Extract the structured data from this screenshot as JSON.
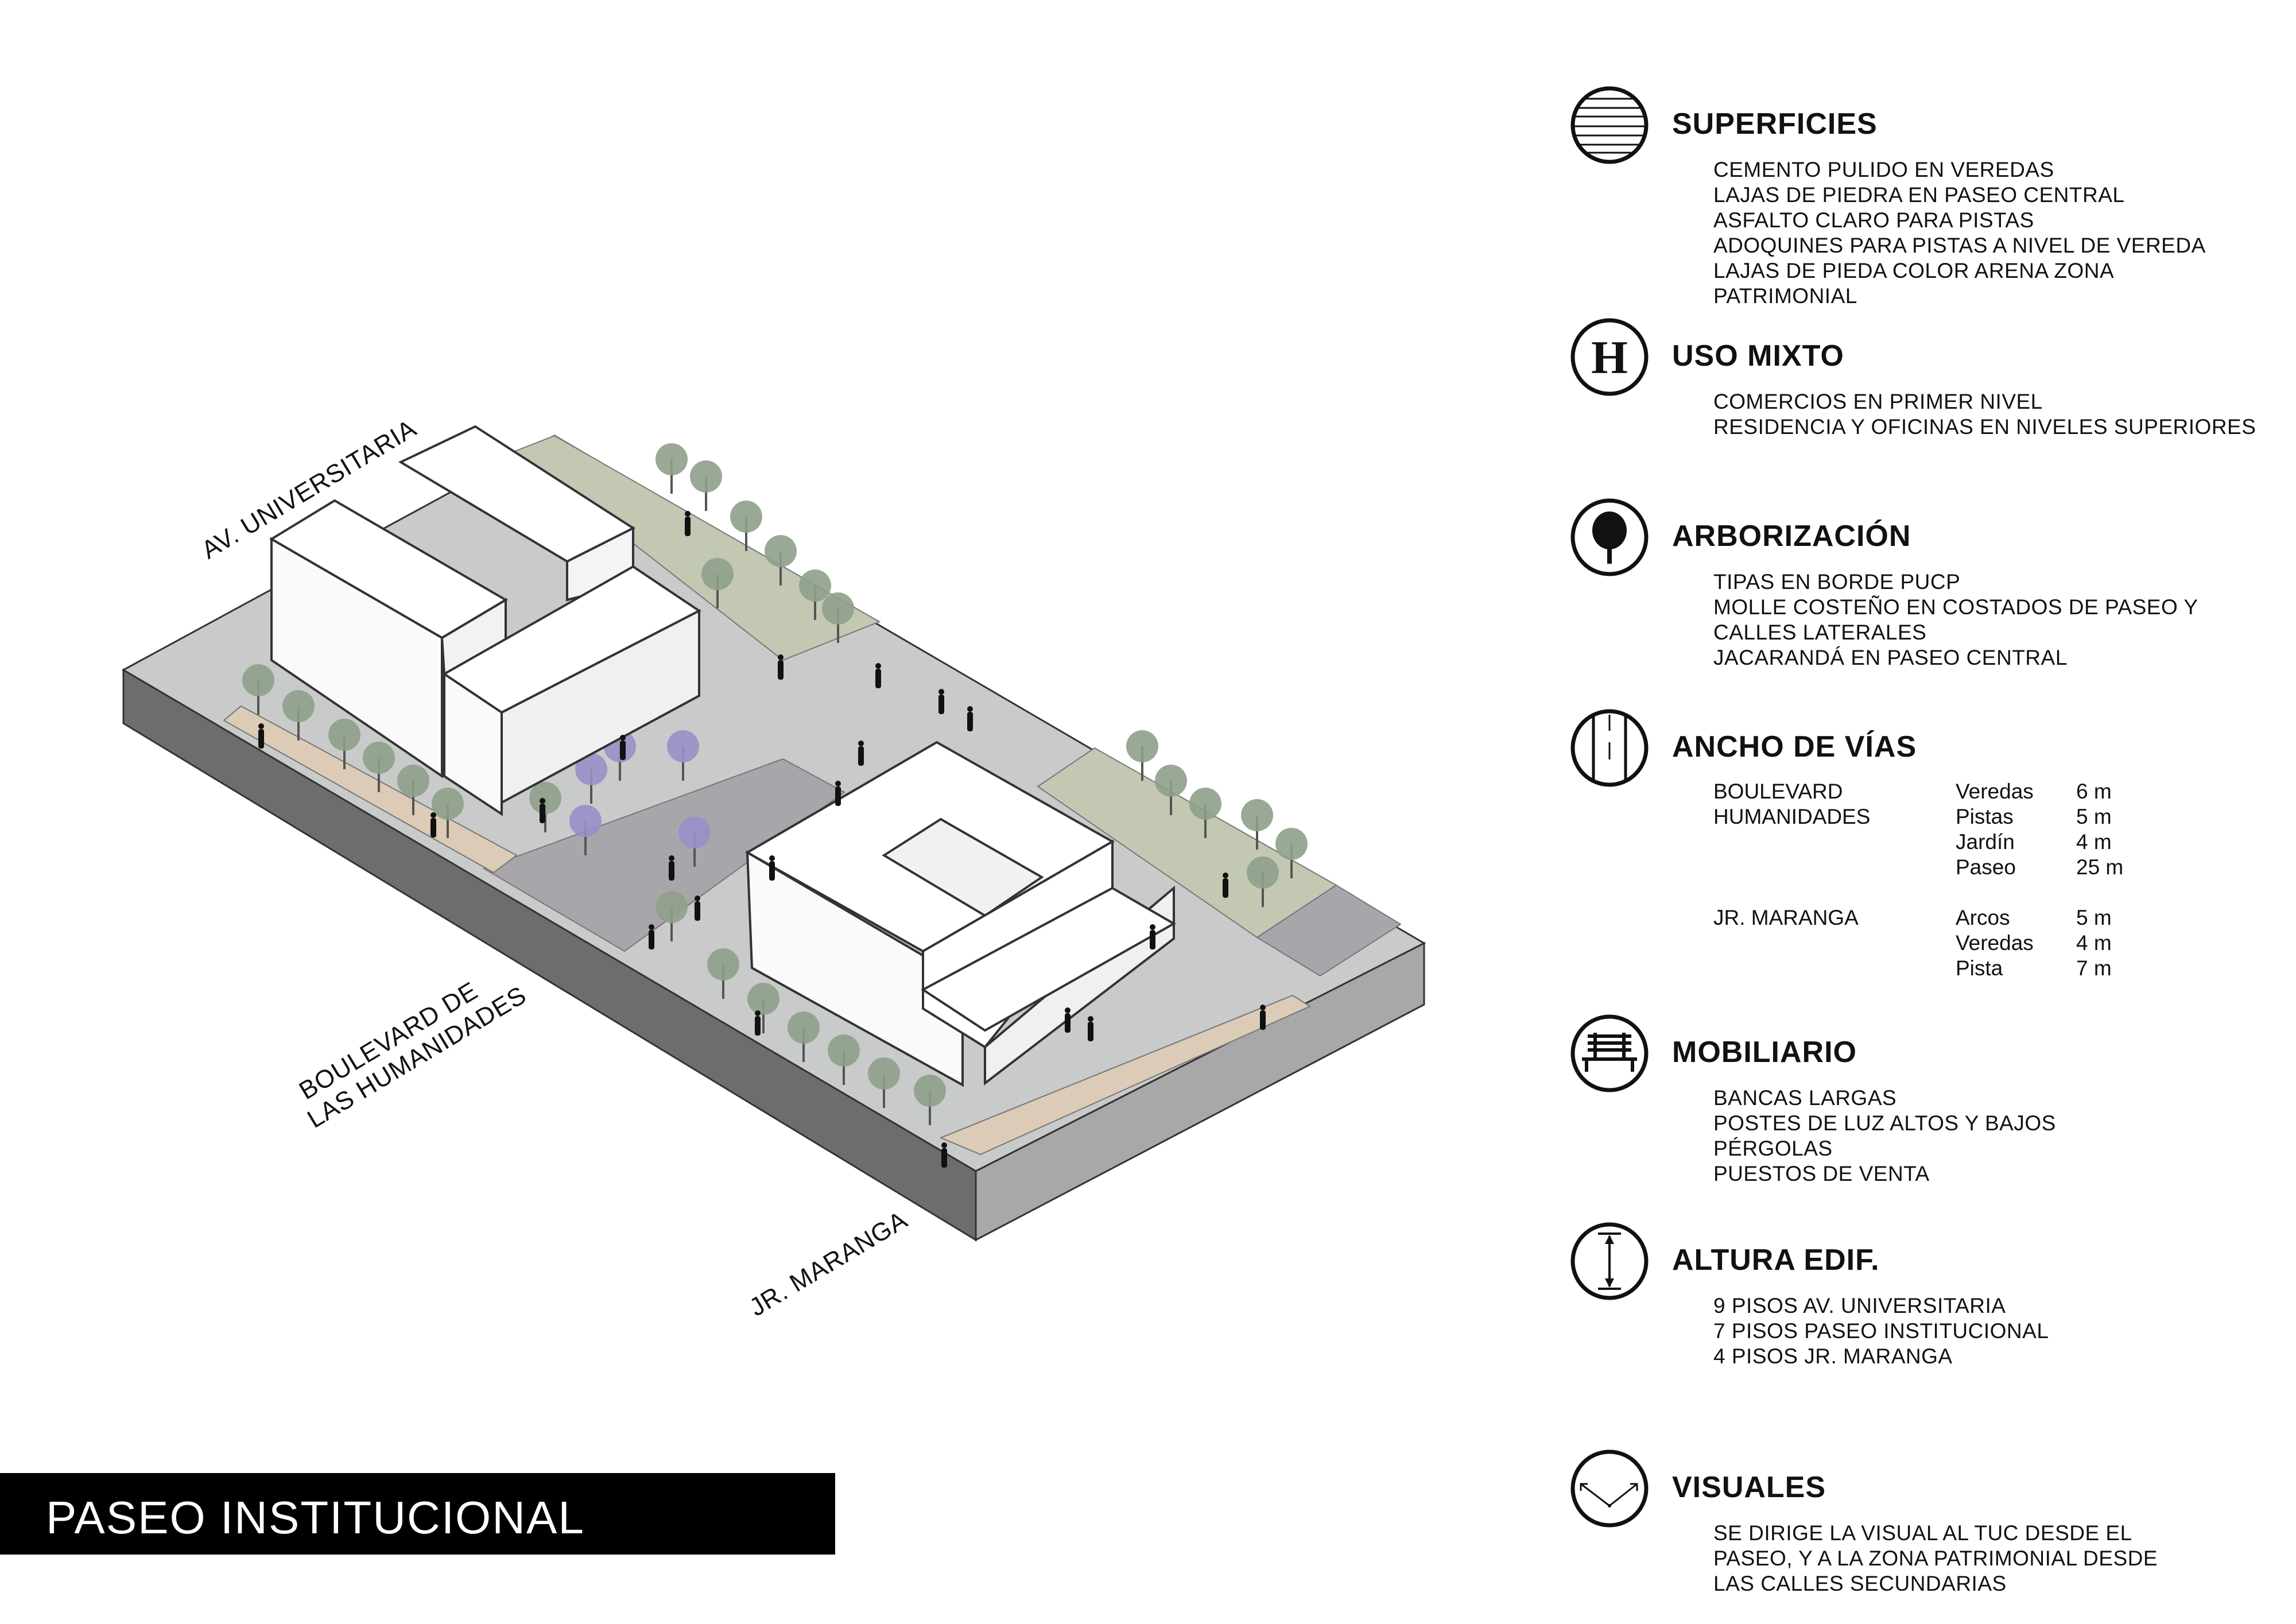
{
  "title": "PASEO INSTITUCIONAL",
  "street_labels": {
    "av_universitaria": "AV. UNIVERSITARIA",
    "boulevard_line1": "BOULEVARD DE",
    "boulevard_line2": "LAS HUMANIDADES",
    "jr_maranga": "JR. MARANGA"
  },
  "legend": {
    "superficies": {
      "icon": "paving-lines-icon",
      "heading": "SUPERFICIES",
      "lines": [
        "CEMENTO PULIDO EN VEREDAS",
        "LAJAS DE PIEDRA EN PASEO CENTRAL",
        "ASFALTO CLARO PARA PISTAS",
        "ADOQUINES PARA PISTAS A NIVEL DE VEREDA",
        "LAJAS DE PIEDA COLOR ARENA ZONA",
        "PATRIMONIAL"
      ]
    },
    "uso_mixto": {
      "icon": "building-h-icon",
      "heading": "USO MIXTO",
      "lines": [
        "COMERCIOS EN PRIMER NIVEL",
        "RESIDENCIA Y OFICINAS EN NIVELES SUPERIORES"
      ]
    },
    "arborizacion": {
      "icon": "tree-icon",
      "heading": "ARBORIZACIÓN",
      "lines": [
        "TIPAS EN BORDE PUCP",
        "MOLLE COSTEÑO EN COSTADOS DE PASEO Y",
        "CALLES LATERALES",
        "JACARANDÁ EN PASEO CENTRAL"
      ]
    },
    "ancho_vias": {
      "icon": "road-icon",
      "heading": "ANCHO DE VÍAS",
      "rows": [
        {
          "street": "BOULEVARD",
          "type": "Veredas",
          "width": "6 m"
        },
        {
          "street": "HUMANIDADES",
          "type": "Pistas",
          "width": "5 m"
        },
        {
          "street": "",
          "type": "Jardín",
          "width": "4 m"
        },
        {
          "street": "",
          "type": "Paseo",
          "width": "25 m"
        },
        {
          "street": "",
          "type": "",
          "width": ""
        },
        {
          "street": "JR. MARANGA",
          "type": "Arcos",
          "width": "5 m"
        },
        {
          "street": "",
          "type": "Veredas",
          "width": "4 m"
        },
        {
          "street": "",
          "type": "Pista",
          "width": "7 m"
        }
      ]
    },
    "mobiliario": {
      "icon": "bench-icon",
      "heading": "MOBILIARIO",
      "lines": [
        "BANCAS LARGAS",
        "POSTES DE LUZ ALTOS Y BAJOS",
        "PÉRGOLAS",
        "PUESTOS DE VENTA"
      ]
    },
    "altura": {
      "icon": "height-arrow-icon",
      "heading": "ALTURA EDIF.",
      "lines": [
        "9 PISOS AV. UNIVERSITARIA",
        "7 PISOS PASEO INSTITUCIONAL",
        "4 PISOS JR. MARANGA"
      ]
    },
    "visuales": {
      "icon": "view-arrows-icon",
      "heading": "VISUALES",
      "lines": [
        "SE DIRIGE LA VISUAL AL TUC DESDE EL",
        "PASEO, Y A LA ZONA PATRIMONIAL DESDE",
        "LAS CALLES SECUNDARIAS"
      ]
    }
  },
  "colors": {
    "ink": "#111111",
    "slab_top": "#c8cbca",
    "wall_dark": "#6f6c6d",
    "wall_light": "#a9a8a8",
    "grass": "#c3c8b3",
    "paving": "#a9a6ab",
    "sand": "#dccbb6",
    "jacaranda": "#9a8fc8",
    "tree": "#8fa08a"
  }
}
